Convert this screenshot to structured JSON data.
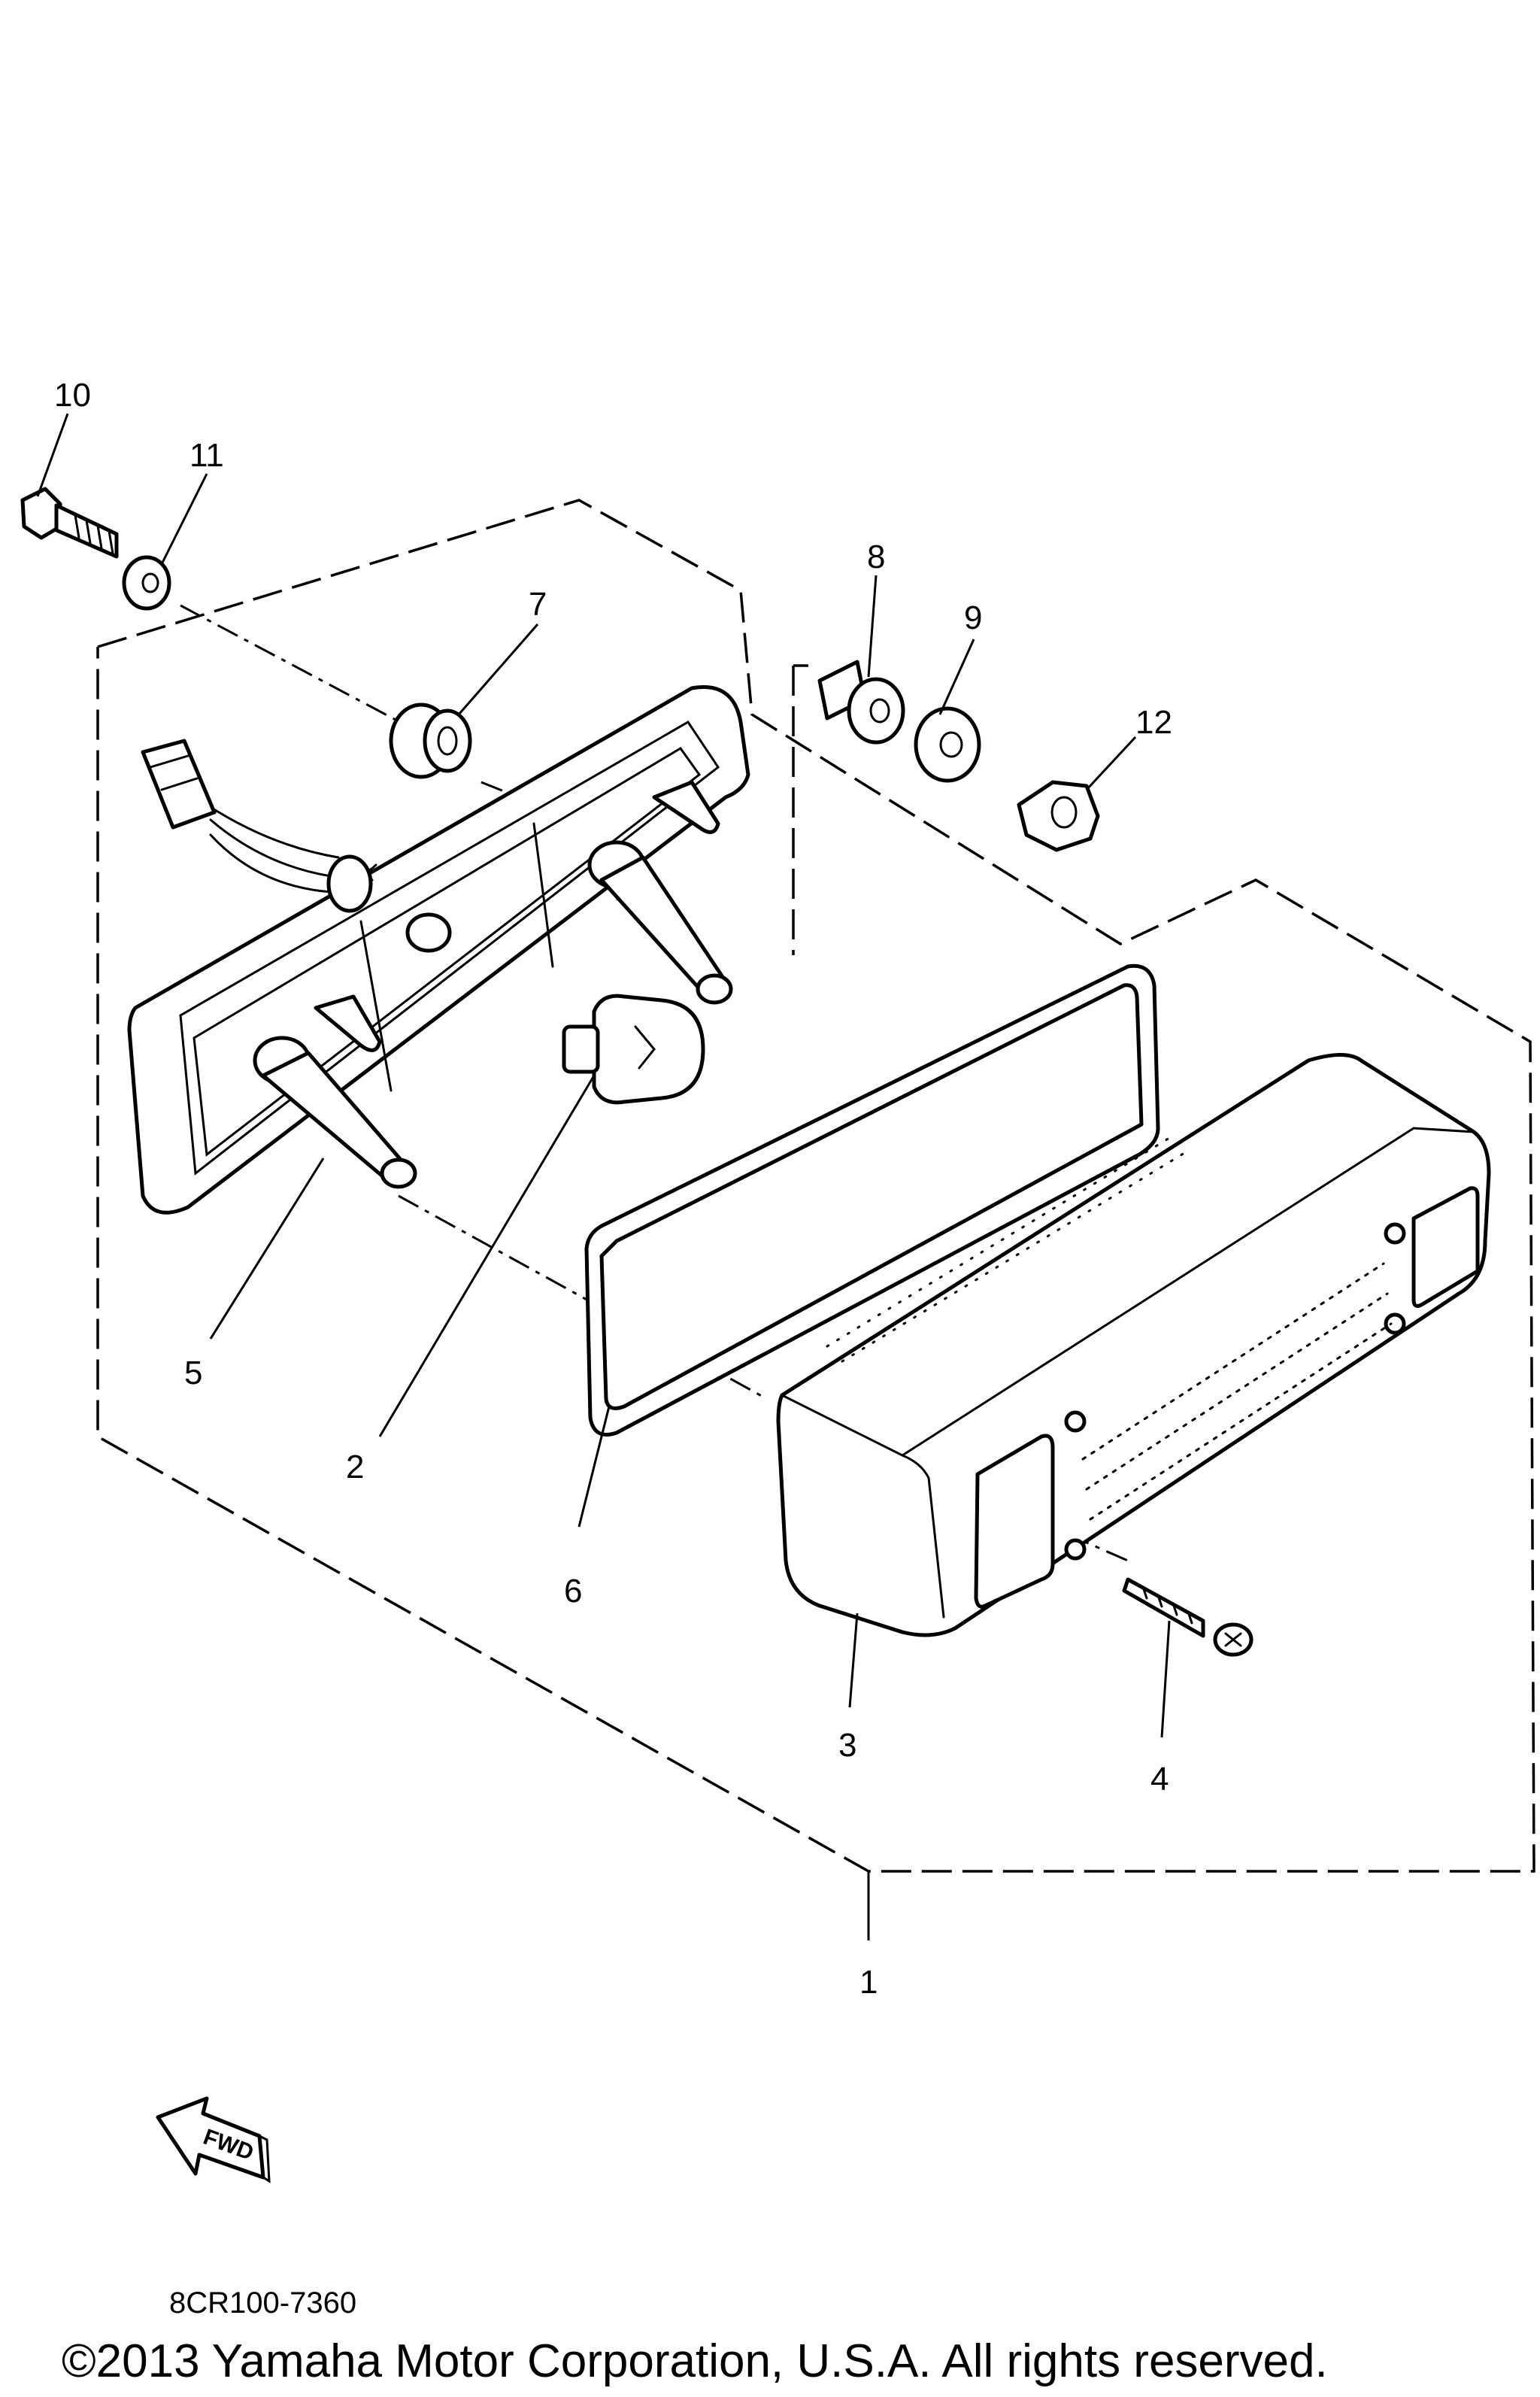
{
  "callouts": {
    "c1": "1",
    "c2": "2",
    "c3": "3",
    "c4": "4",
    "c5": "5",
    "c6": "6",
    "c7": "7",
    "c8": "8",
    "c9": "9",
    "c10": "10",
    "c11": "11",
    "c12": "12"
  },
  "fwd_label": "FWD",
  "diagram_code": "8CR100-7360",
  "copyright": "©2013 Yamaha Motor Corporation, U.S.A. All rights reserved."
}
